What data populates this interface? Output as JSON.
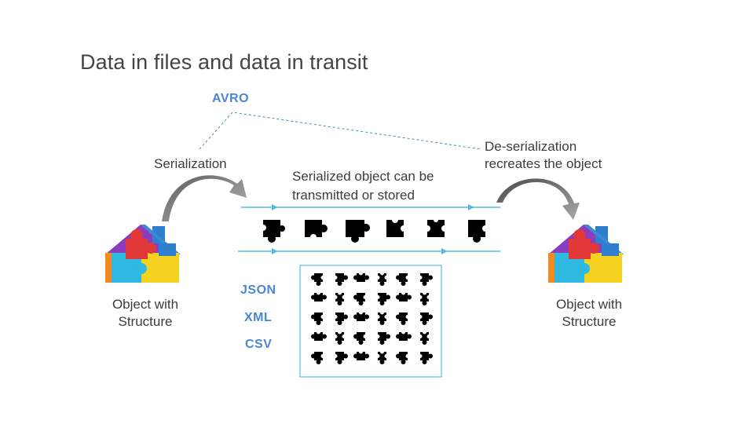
{
  "title": "Data in files and data in transit",
  "avro_label": "AVRO",
  "serialization_label": "Serialization",
  "transit_label_line1": "Serialized object can be",
  "transit_label_line2": "transmitted or stored",
  "deserialization_line1": "De-serialization",
  "deserialization_line2": "recreates the object",
  "left_object_line1": "Object with",
  "left_object_line2": "Structure",
  "right_object_line1": "Object with",
  "right_object_line2": "Structure",
  "formats": [
    "JSON",
    "XML",
    "CSV"
  ],
  "colors": {
    "accent_blue": "#4a86d6",
    "arrow_line": "#55b8e0",
    "grid_border": "#7ec8e8",
    "piece": "#000000"
  },
  "icons": {
    "left_object": "puzzle-house-icon",
    "right_object": "puzzle-house-icon",
    "curved_arrow": "curved-arrow-icon",
    "piece": "puzzle-piece-icon"
  }
}
